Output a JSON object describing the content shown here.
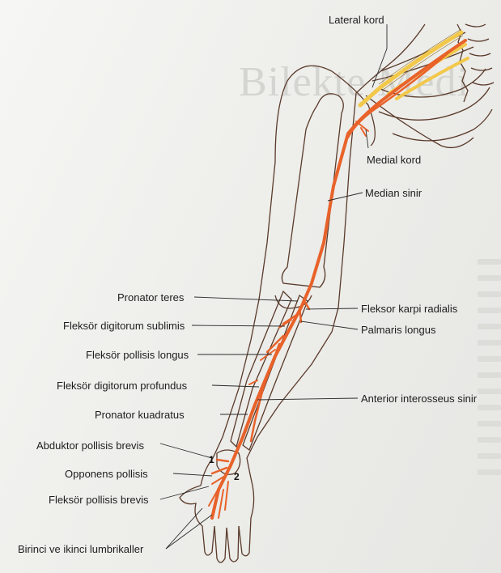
{
  "background_heading": "Bilekte Medi",
  "labels": {
    "lateral_kord": "Lateral kord",
    "medial_kord": "Medial kord",
    "median_sinir": "Median sinir",
    "pronator_teres": "Pronator teres",
    "fleksor_karpi_radialis": "Fleksor karpi radialis",
    "fleksor_digitorum_sublimis": "Fleksör digitorum sublimis",
    "palmaris_longus": "Palmaris longus",
    "fleksor_pollisis_longus": "Fleksör pollisis longus",
    "fleksor_digitorum_profundus": "Fleksör digitorum profundus",
    "anterior_interosseus_sinir": "Anterior interosseus sinir",
    "pronator_kuadratus": "Pronator kuadratus",
    "abduktor_pollisis_brevis": "Abduktor pollisis brevis",
    "opponens_pollisis": "Opponens pollisis",
    "fleksor_pollisis_brevis": "Fleksör pollisis brevis",
    "lumbrikaller": "Birinci ve ikinci lumbrikaller"
  },
  "markers": {
    "one": "1",
    "two": "2"
  },
  "colors": {
    "nerve": "#e8622a",
    "plexus": "#f2c84a",
    "outline": "#5a3a2a",
    "leader": "#2a2a2a"
  }
}
